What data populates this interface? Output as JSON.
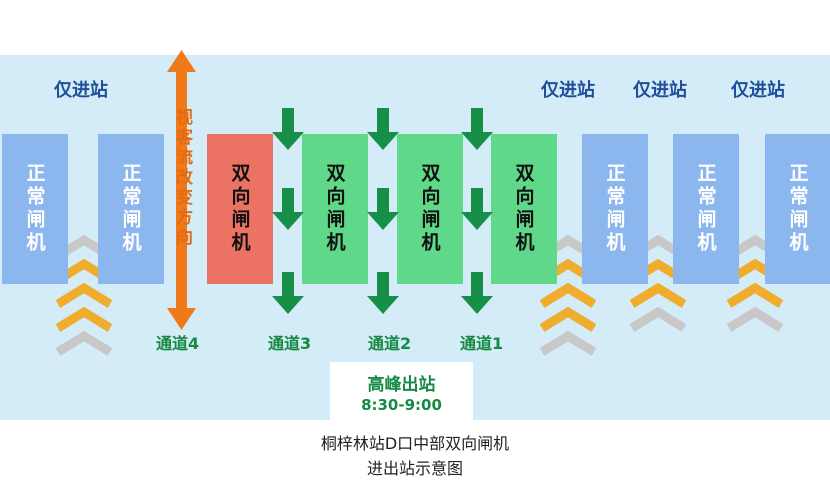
{
  "labels": {
    "left": "仅进站",
    "right1": "仅进站",
    "right2": "仅进站",
    "right3": "仅进站"
  },
  "gates": {
    "normal": "正常闸机",
    "bidirectional": "双向闸机"
  },
  "flow_change": "视客流改变方向",
  "channels": [
    "通道4",
    "通道3",
    "通道2",
    "通道1"
  ],
  "peak": {
    "title": "高峰出站",
    "time": "8:30-9:00"
  },
  "caption": {
    "line1": "桐梓林站D口中部双向闸机",
    "line2": "进出站示意图"
  },
  "colors": {
    "band": "#d3ecf8",
    "normal_gate": "#8bb6ee",
    "switched_gate": "#ec7363",
    "exit_gate": "#5fd88a",
    "exit_arrow": "#178f48",
    "entry_chevron": "#f0ac2c",
    "faded_chevron": "#c8c8c8",
    "flow_arrow": "#f07a1a"
  }
}
